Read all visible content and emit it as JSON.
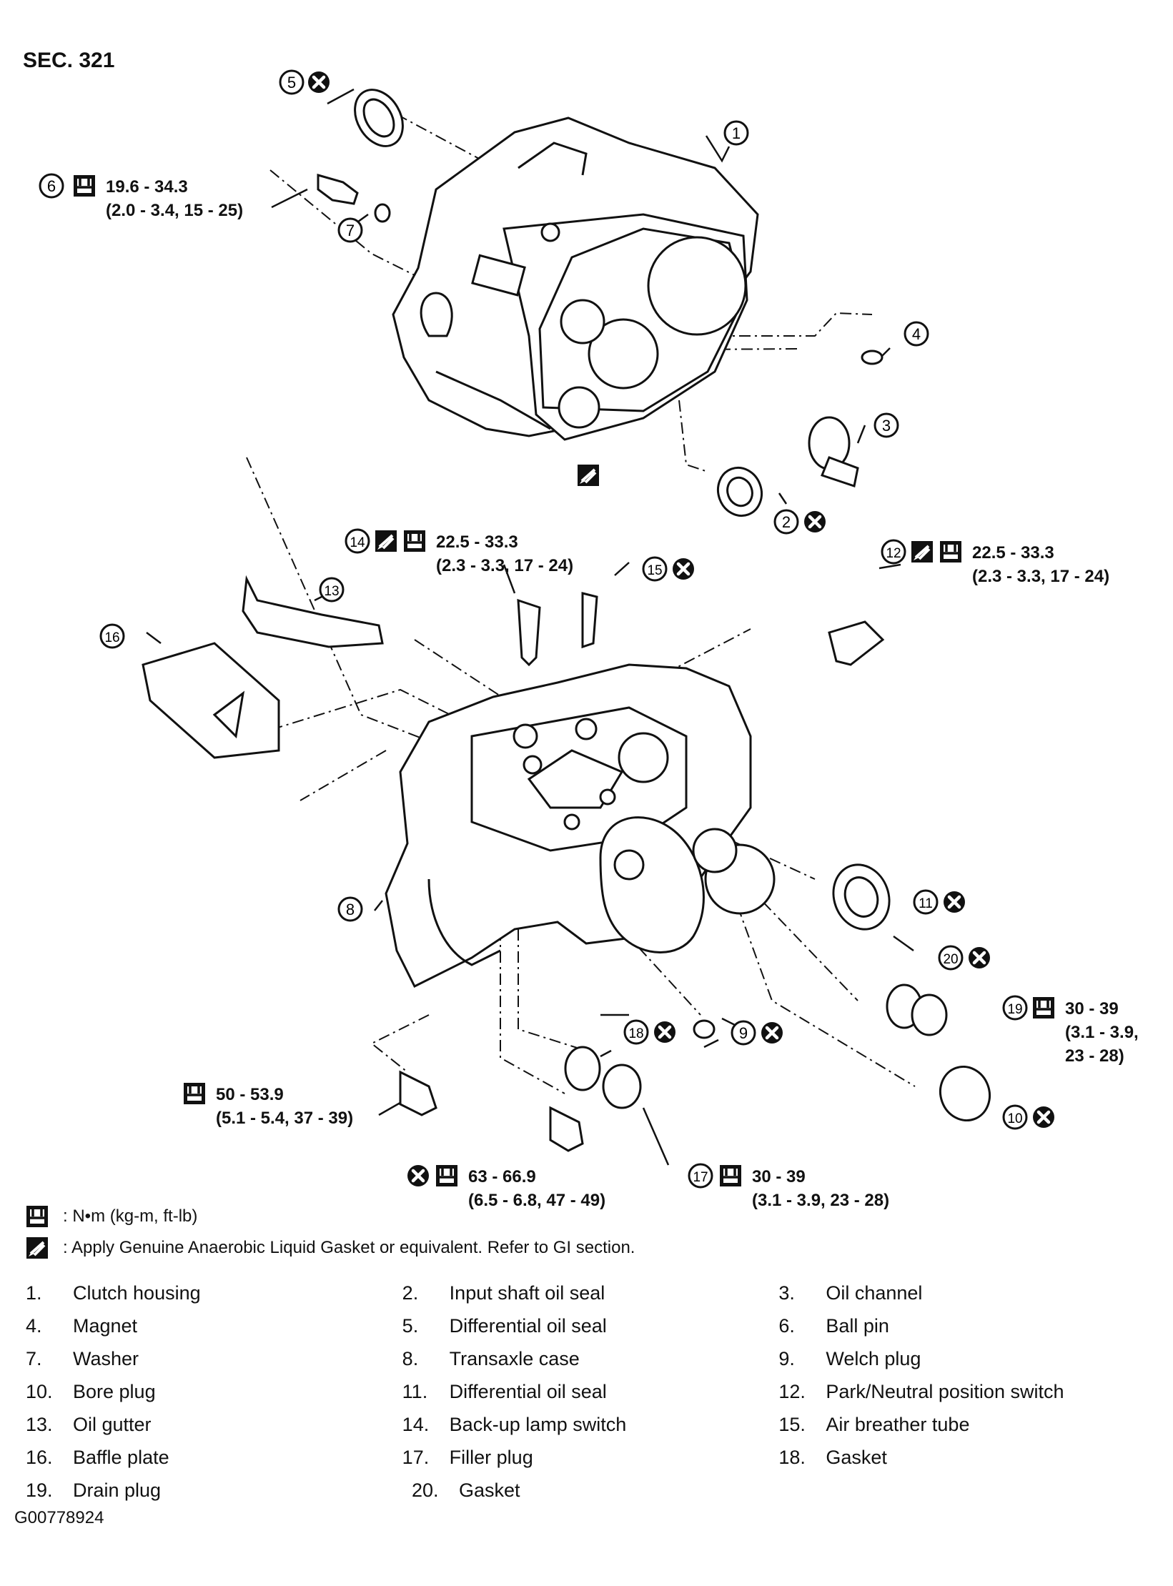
{
  "section": "SEC. 321",
  "callouts": {
    "c1": "1",
    "c2": "2",
    "c3": "3",
    "c4": "4",
    "c5": "5",
    "c6": "6",
    "c7": "7",
    "c8": "8",
    "c9": "9",
    "c10": "10",
    "c11": "11",
    "c12": "12",
    "c13": "13",
    "c14": "14",
    "c15": "15",
    "c16": "16",
    "c17": "17",
    "c18": "18",
    "c19": "19",
    "c20": "20"
  },
  "torques": {
    "t6": {
      "a": "19.6 - 34.3",
      "b": "(2.0 - 3.4, 15 - 25)"
    },
    "t14": {
      "a": "22.5 - 33.3",
      "b": "(2.3 - 3.3, 17 - 24)"
    },
    "t12": {
      "a": "22.5 - 33.3",
      "b": "(2.3 - 3.3, 17 - 24)"
    },
    "t19": {
      "a": "30 - 39",
      "b": "(3.1 - 3.9,",
      "c": "23 - 28)"
    },
    "t_bolt_left": {
      "a": "50 - 53.9",
      "b": "(5.1 - 5.4, 37 - 39)"
    },
    "t_bolt_mid": {
      "a": "63 - 66.9",
      "b": "(6.5 - 6.8, 47 - 49)"
    },
    "t17": {
      "a": "30 - 39",
      "b": "(3.1 - 3.9, 23 - 28)"
    }
  },
  "legend": {
    "torque": ": N•m (kg-m, ft-lb)",
    "sealant": ": Apply Genuine Anaerobic Liquid Gasket or equivalent. Refer to GI section."
  },
  "parts_list": [
    {
      "num": "1.",
      "name": "Clutch housing"
    },
    {
      "num": "2.",
      "name": "Input shaft oil seal"
    },
    {
      "num": "3.",
      "name": "Oil channel"
    },
    {
      "num": "4.",
      "name": "Magnet"
    },
    {
      "num": "5.",
      "name": "Differential oil seal"
    },
    {
      "num": "6.",
      "name": "Ball pin"
    },
    {
      "num": "7.",
      "name": "Washer"
    },
    {
      "num": "8.",
      "name": "Transaxle case"
    },
    {
      "num": "9.",
      "name": "Welch plug"
    },
    {
      "num": "10.",
      "name": "Bore plug"
    },
    {
      "num": "11.",
      "name": "Differential oil seal"
    },
    {
      "num": "12.",
      "name": "Park/Neutral position switch"
    },
    {
      "num": "13.",
      "name": "Oil gutter"
    },
    {
      "num": "14.",
      "name": "Back-up lamp switch"
    },
    {
      "num": "15.",
      "name": "Air breather tube"
    },
    {
      "num": "16.",
      "name": "Baffle plate"
    },
    {
      "num": "17.",
      "name": "Filler plug"
    },
    {
      "num": "18.",
      "name": "Gasket"
    },
    {
      "num": "19.",
      "name": "Drain plug"
    },
    {
      "num": "20.",
      "name": "Gasket"
    }
  ],
  "doc_id": "G00778924",
  "symbols": {
    "torque_icon": "torque-wrench-icon",
    "sealant_icon": "liquid-gasket-icon",
    "replace_icon": "do-not-reuse-icon"
  },
  "colors": {
    "ink": "#111111",
    "paper": "#ffffff"
  }
}
